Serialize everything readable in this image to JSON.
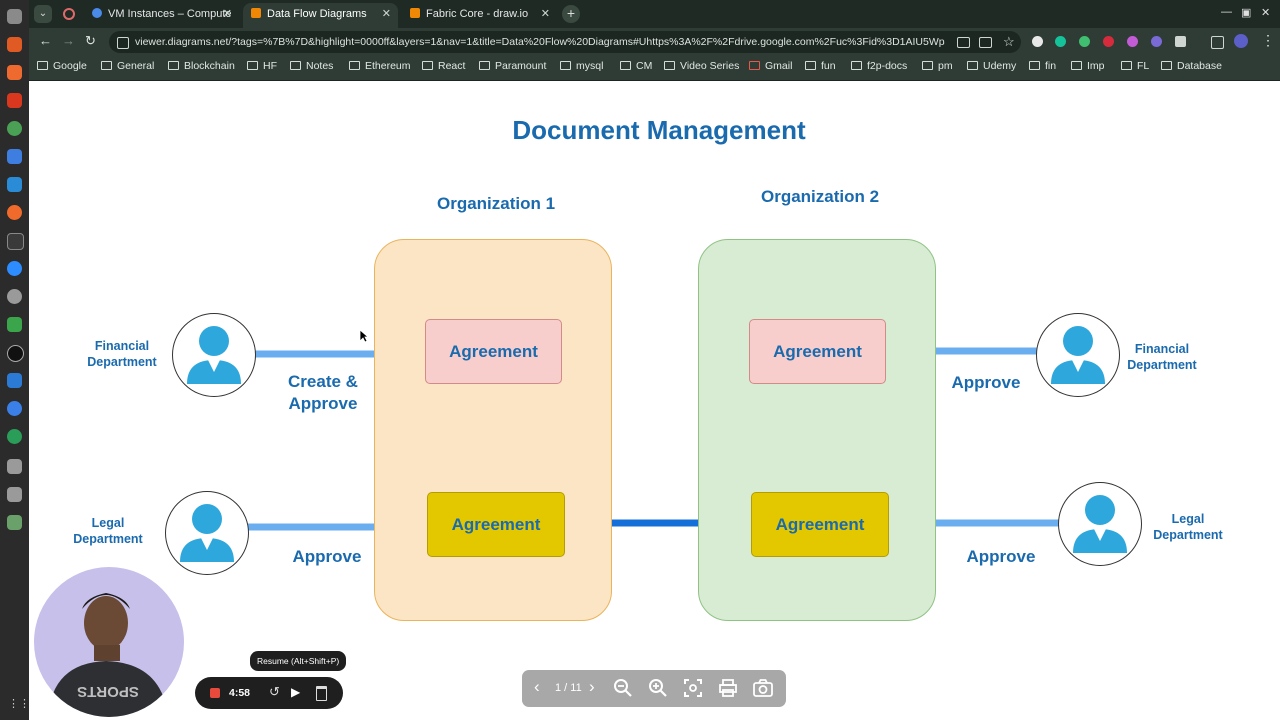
{
  "browser": {
    "tabs": [
      {
        "label": "VM Instances – Compute",
        "active": false
      },
      {
        "label": "Data Flow Diagrams",
        "active": true
      },
      {
        "label": "Fabric Core - draw.io",
        "active": false
      }
    ],
    "url": "viewer.diagrams.net/?tags=%7B%7D&highlight=0000ff&layers=1&nav=1&title=Data%20Flow%20Diagrams#Uhttps%3A%2F%2Fdrive.google.com%2Fuc%3Fid%3D1AIU5WpJGKmWp5es7I0lOJ...",
    "bookmarks": [
      "Google",
      "General",
      "Blockchain",
      "HF",
      "Notes",
      "Ethereum",
      "React",
      "Paramount",
      "mysql",
      "CM",
      "Video Series",
      "Gmail",
      "fun",
      "f2p-docs",
      "pm",
      "Udemy",
      "fin",
      "Imp",
      "FL",
      "Database"
    ]
  },
  "diagram": {
    "title": "Document Management",
    "org1": {
      "title": "Organization 1",
      "agreement_top": "Agreement",
      "agreement_bottom": "Agreement"
    },
    "org2": {
      "title": "Organization 2",
      "agreement_top": "Agreement",
      "agreement_bottom": "Agreement"
    },
    "left": {
      "financial_label_1": "Financial",
      "financial_label_2": "Department",
      "legal_label_1": "Legal",
      "legal_label_2": "Department",
      "create_approve_1": "Create &",
      "create_approve_2": "Approve",
      "approve": "Approve"
    },
    "right": {
      "financial_label_1": "Financial",
      "financial_label_2": "Department",
      "legal_label_1": "Legal",
      "legal_label_2": "Department",
      "approve_top": "Approve",
      "approve_bottom": "Approve"
    }
  },
  "recorder": {
    "tooltip": "Resume (Alt+Shift+P)",
    "timer": "4:58"
  },
  "viewer": {
    "page_indicator": "1 / 11"
  },
  "colors": {
    "title_blue": "#1a6aae",
    "org1_fill": "#fce5c4",
    "org2_fill": "#d8ebd3",
    "arrow_light": "#6aaef0",
    "arrow_dark": "#1470d8",
    "agreement_pink": "#f8cecc",
    "agreement_yellow": "#e3c800"
  }
}
